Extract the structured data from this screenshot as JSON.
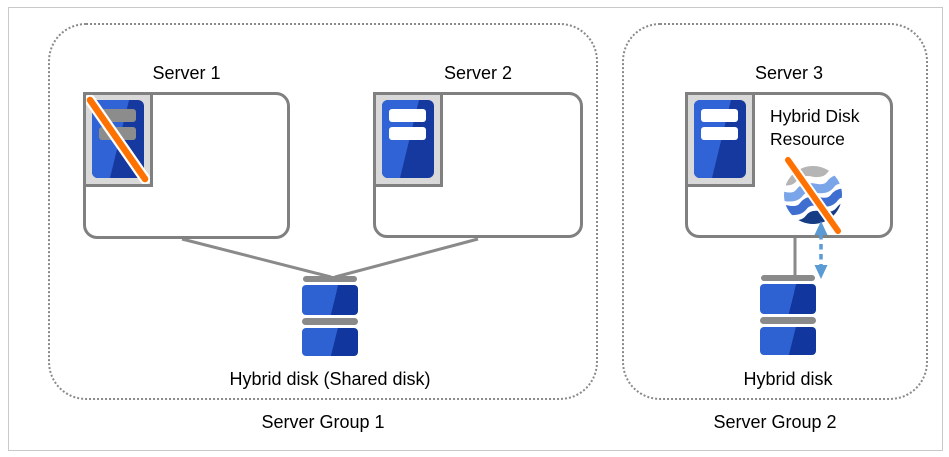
{
  "diagram": {
    "group1": {
      "title": "Server Group 1",
      "server1": {
        "name": "Server 1",
        "status": "failed"
      },
      "server2": {
        "name": "Server 2",
        "status": "active"
      },
      "disk_label": "Hybrid disk (Shared disk)"
    },
    "group2": {
      "title": "Server Group 2",
      "server3": {
        "name": "Server 3",
        "status": "active"
      },
      "resource_label": "Hybrid Disk Resource",
      "resource_status": "failed",
      "disk_label": "Hybrid disk"
    }
  },
  "icons": {
    "server1": "server-tower-failed-icon",
    "server2": "server-tower-icon",
    "server3": "server-tower-icon",
    "hybrid_disk_resource": "globe-striped-failed-icon",
    "shared_disk": "disk-stack-icon",
    "hybrid_disk": "disk-stack-icon",
    "mirror_link": "dashed-double-arrow-icon"
  },
  "colors": {
    "server_blue_light": "#2F63D6",
    "server_blue_dark": "#16399F",
    "disk_blue_light": "#2E62D2",
    "disk_blue_dark": "#11379E",
    "connector_gray": "#8a8a8a",
    "border_gray": "#808080",
    "failure_slash_orange": "#FF7100",
    "inactive_bar_gray": "#8C8C8C",
    "mirror_arrow_blue": "#5B9BD5",
    "globe_gray": "#B5B5B5",
    "globe_blue_light": "#7AA6E9",
    "globe_blue_mid": "#3E6FD0",
    "globe_blue_dark": "#173C86"
  }
}
